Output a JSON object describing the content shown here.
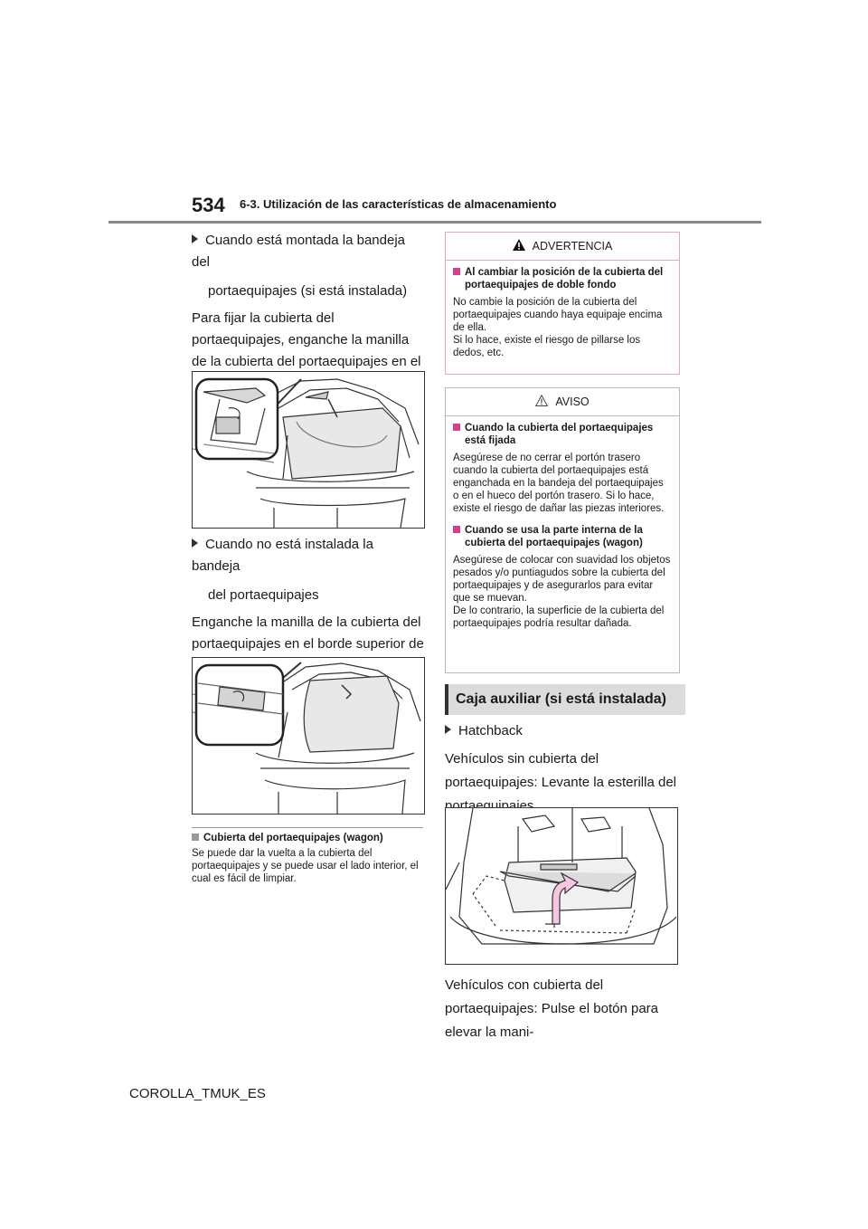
{
  "header": {
    "page_number": "534",
    "section_title": "6-3. Utilización de las características de almacenamiento"
  },
  "left": {
    "bullet1": "Cuando está montada la bandeja del",
    "bullet1_cont": "portaequipajes (si está instalada)",
    "para1": "Para fijar la cubierta del portaequipajes, enganche la manilla de la cubierta del portaequipajes en el lado inferior de la bandeja del portaequipajes, como se muestra en la ilustración.",
    "bullet2": "Cuando no está instalada la bandeja",
    "bullet2_cont": "del portaequipajes",
    "para2": "Enganche la manilla de la cubierta del portaequipajes en el borde superior de la apertura del portón trasero, como se muestra en la ilustración.",
    "sub_heading": "Cubierta del portaequipajes (wagon)",
    "sub_text": "Se puede dar la vuelta a la cubierta del portaequipajes y se puede usar el lado interior, el cual es fácil de limpiar."
  },
  "warning": {
    "title": "ADVERTENCIA",
    "item_heading": "Al cambiar la posición de la cubierta del portaequipajes de doble fondo",
    "item_text": "No cambie la posición de la cubierta del portaequipajes cuando haya equipaje encima de ella.\nSi lo hace, existe el riesgo de pillarse los dedos, etc."
  },
  "notice": {
    "title": "AVISO",
    "item1_heading": "Cuando la cubierta del portaequipajes está fijada",
    "item1_text": "Asegúrese de no cerrar el portón trasero cuando la cubierta del portaequipajes está enganchada en la bandeja del portaequipajes o en el hueco del portón trasero. Si lo hace, existe el riesgo de dañar las piezas interiores.",
    "item2_heading": "Cuando se usa la parte interna de la cubierta del portaequipajes (wagon)",
    "item2_text": "Asegúrese de colocar con suavidad los objetos pesados y/o puntiagudos sobre la cubierta del portaequipajes y de asegurarlos para evitar que se muevan.\nDe lo contrario, la superficie de la cubierta del portaequipajes podría resultar dañada."
  },
  "right": {
    "section_heading": "Caja auxiliar (si está instalada)",
    "bullet": "Hatchback",
    "para1": "Vehículos sin cubierta del portaequipajes: Levante la esterilla del portaequipajes.",
    "para2": "Vehículos con cubierta del portaequipajes: Pulse el botón para elevar la mani-"
  },
  "footer": {
    "code": "COROLLA_TMUK_ES"
  },
  "colors": {
    "warning_border": "#e3a7c7",
    "warning_accent": "#d3408c",
    "arrow_fill": "#f4c6e0"
  }
}
